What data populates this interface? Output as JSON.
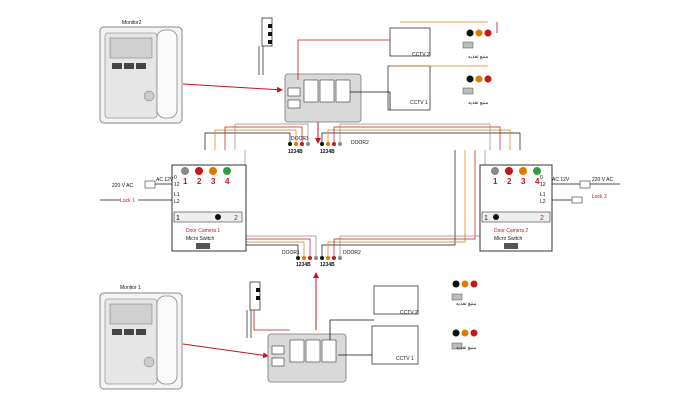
{
  "monitors": {
    "top": "Monitor2",
    "bottom": "Monitor 1"
  },
  "cctv": {
    "top_a": "CCTV 2",
    "top_b": "CCTV 1",
    "bottom_a": "CCTV 2",
    "bottom_b": "CCTV 1"
  },
  "power_note": "منبع تغذیه",
  "supply": {
    "left": "220 V AC",
    "left_12v": "AC 12V",
    "right_12v": "AC 12V",
    "right": "220 V AC"
  },
  "locks": {
    "left": "Lock 1",
    "right": "Lock 2"
  },
  "door_cameras": {
    "left": "Door Camera 1",
    "right": "Door Camera 2"
  },
  "micro_switch": "Micro Switch",
  "door_labels": {
    "door1": "DOOR1",
    "door2": "DOOR2"
  },
  "terminal_numbers": [
    "1",
    "2",
    "3",
    "4"
  ],
  "terminal_block_text": "1234B",
  "side_terms": {
    "zero": "0",
    "twelve": "12",
    "l1": "L1",
    "l2": "L2",
    "one": "1",
    "two": "2"
  },
  "colors": {
    "red": "#c4161c",
    "orange": "#e07b00",
    "yellow": "#e2c200",
    "gray": "#8a8a8a",
    "black": "#111111",
    "green": "#2f9e44",
    "panel": "#d9d9d9"
  }
}
